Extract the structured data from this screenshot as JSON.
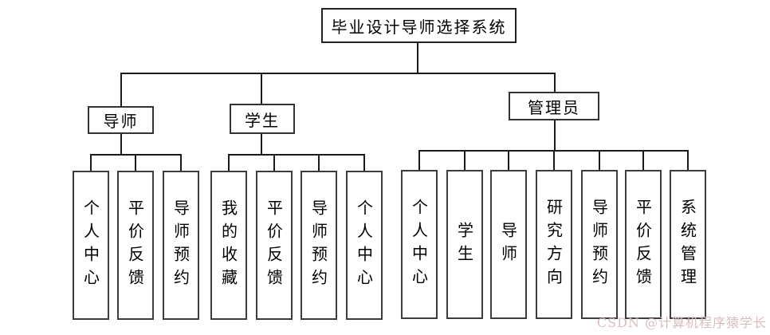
{
  "diagram": {
    "title": "毕业设计导师选择系统",
    "root": {
      "label": "毕业设计导师选择系统"
    },
    "branches": [
      {
        "label": "导师",
        "children": [
          "个人中心",
          "平价反馈",
          "导师预约"
        ]
      },
      {
        "label": "学生",
        "children": [
          "我的收藏",
          "平价反馈",
          "导师预约",
          "个人中心"
        ]
      },
      {
        "label": "管理员",
        "children": [
          "个人中心",
          "学生",
          "导师",
          "研究方向",
          "导师预约",
          "平价反馈",
          "系统管理"
        ]
      }
    ],
    "line_color": "#1a1a1a",
    "border_color": "#333333",
    "background_color": "#ffffff"
  },
  "watermark": {
    "text": "CSDN @计算机程序猿学长",
    "color": "#d8bdbf"
  }
}
